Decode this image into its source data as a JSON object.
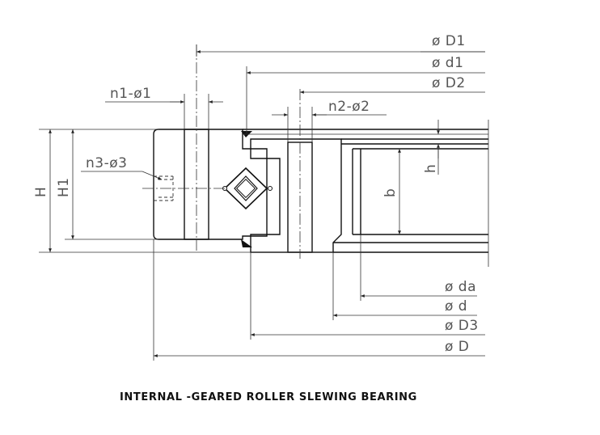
{
  "caption": "INTERNAL -GEARED ROLLER SLEWING BEARING",
  "labels": {
    "D1": "ø D1",
    "d1": "ø d1",
    "D2": "ø D2",
    "n1": "n1-ø1",
    "n2": "n2-ø2",
    "n3": "n3-ø3",
    "H": "H",
    "H1": "H1",
    "b": "b",
    "h": "h",
    "da": "ø da",
    "d": "ø d",
    "D3": "ø D3",
    "D": "ø D"
  }
}
